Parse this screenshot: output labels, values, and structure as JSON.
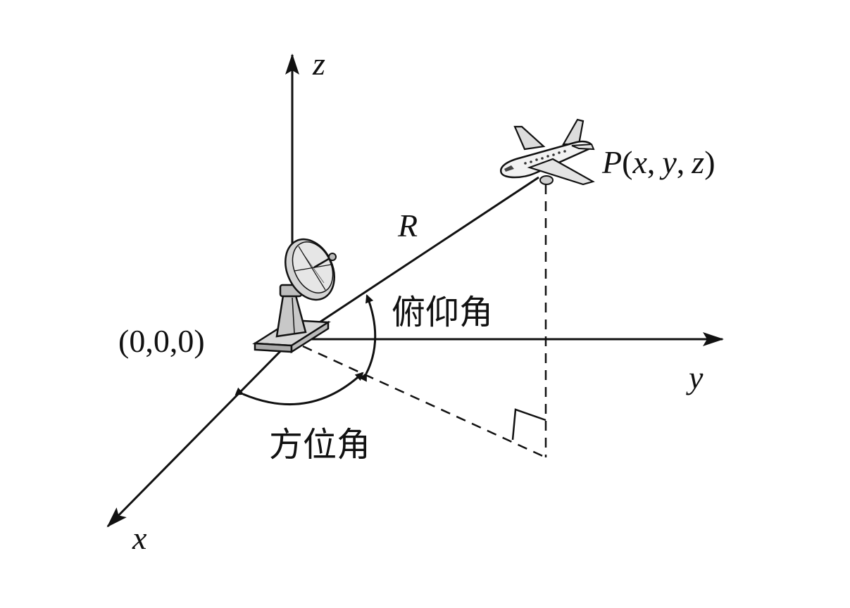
{
  "axes": {
    "x": "x",
    "y": "y",
    "z": "z"
  },
  "origin_label": "(0,0,0)",
  "range_label": "R",
  "target": {
    "name": "P",
    "open": "(",
    "x": "x",
    "c1": ",",
    "y": "y",
    "c2": ",",
    "z": "z",
    "close": ")"
  },
  "angles": {
    "elevation": "俯仰角",
    "azimuth": "方位角"
  },
  "colors": {
    "ink": "#111111",
    "radar_body": "#c8c8c8",
    "plane_body": "#f2f2f2"
  },
  "icons": {
    "radar": "radar-dish-icon",
    "aircraft": "airplane-icon"
  }
}
